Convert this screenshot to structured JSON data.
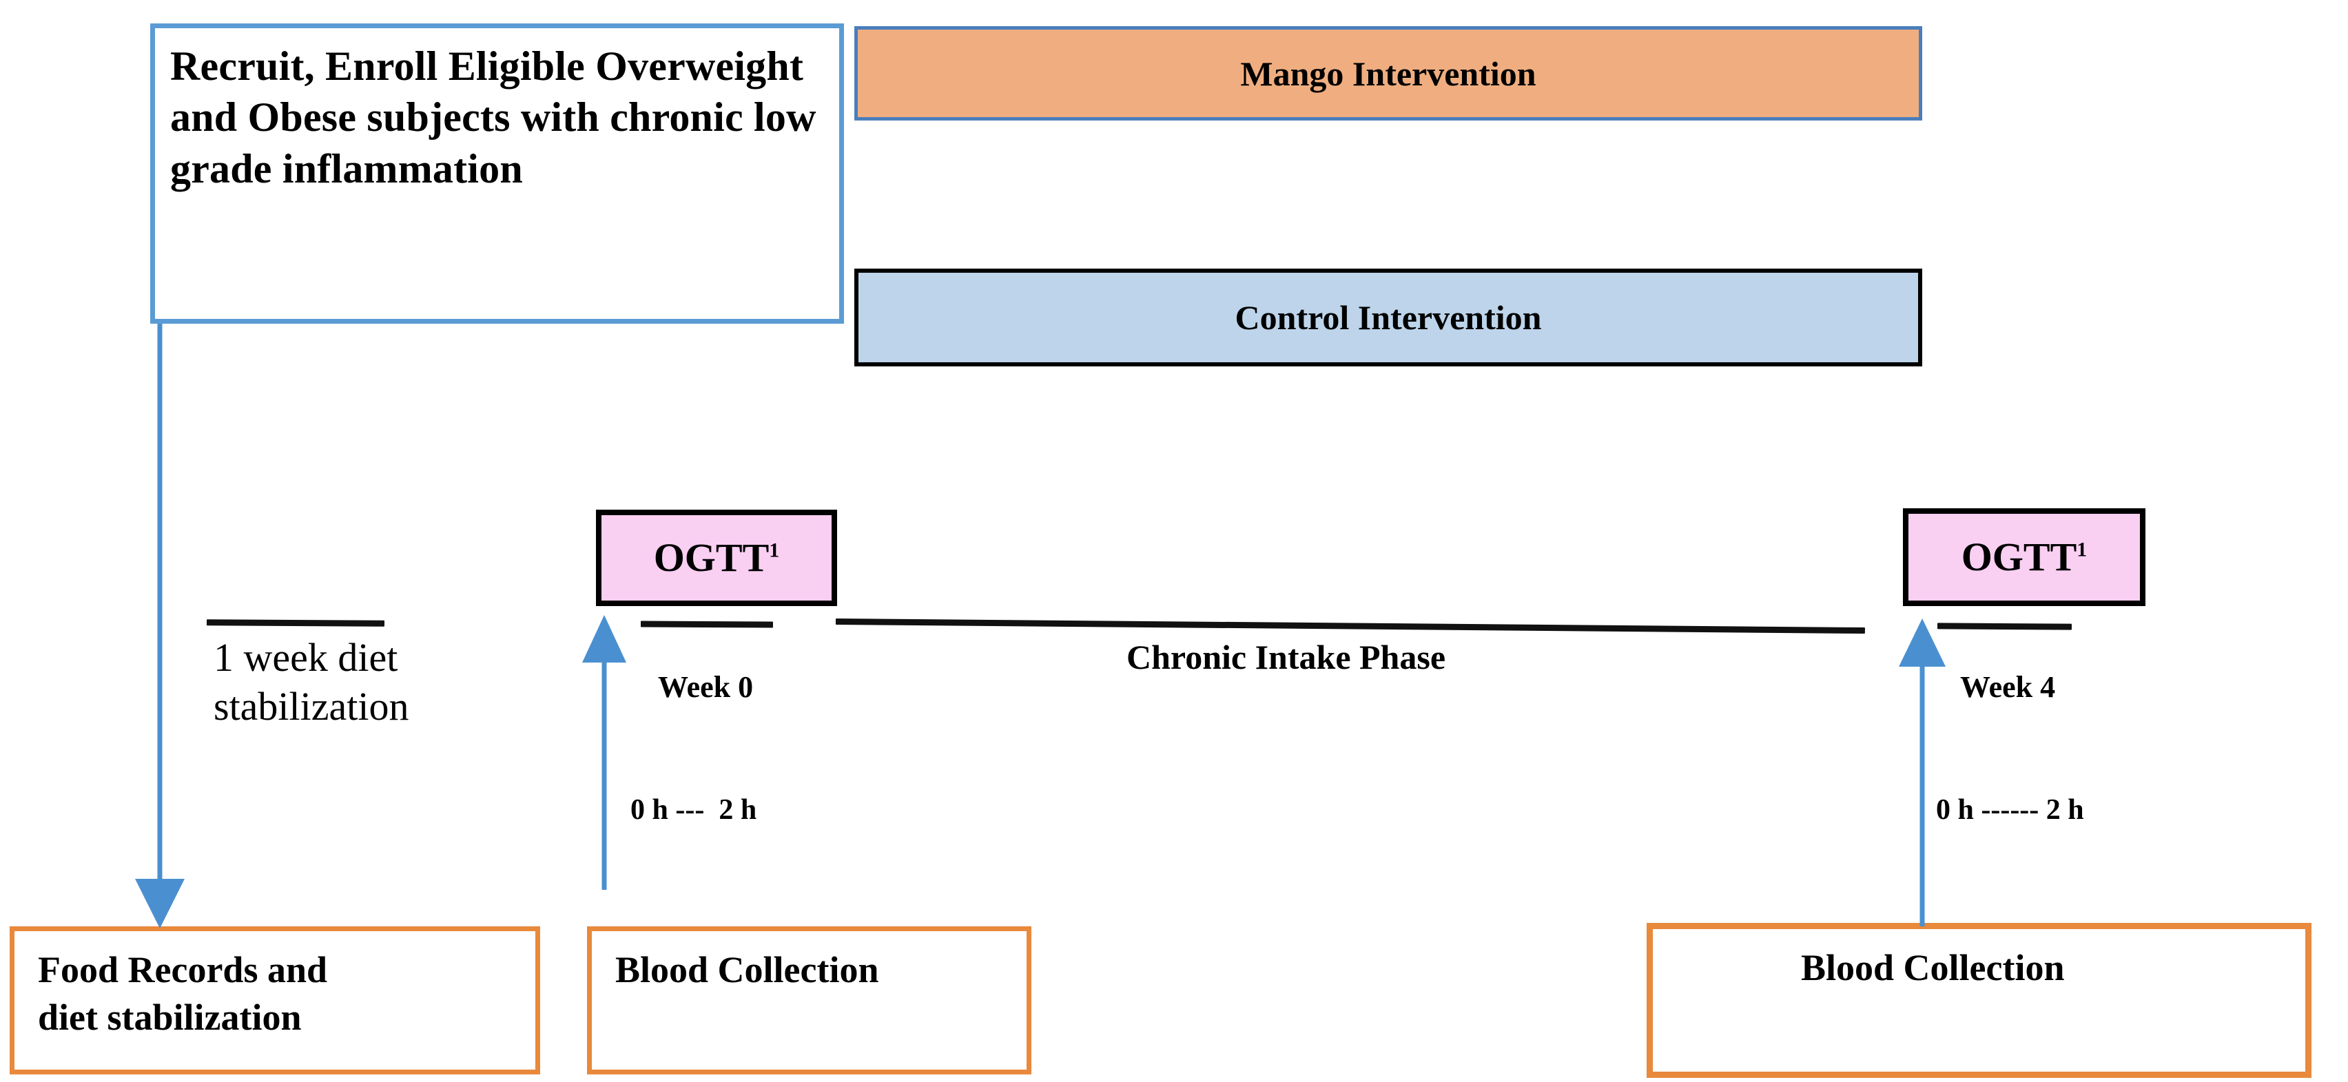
{
  "diagram": {
    "title": "Study design flow diagram",
    "colors": {
      "blue_border": "#5B9BD5",
      "mango_fill": "#F0AE80",
      "control_fill": "#BDD4EA",
      "ogtt_fill": "#F9CFF2",
      "orange_border": "#E8893C",
      "line_black": "#111111",
      "arrow_blue": "#4A90D0"
    }
  },
  "recruitment": {
    "text": "Recruit, Enroll Eligible Overweight and Obese subjects with chronic low grade inflammation"
  },
  "interventions": {
    "mango": {
      "label": "Mango Intervention"
    },
    "control": {
      "label": "Control Intervention"
    }
  },
  "tests": {
    "ogtt_left": {
      "label": "OGTT",
      "superscript": "1"
    },
    "ogtt_right": {
      "label": "OGTT",
      "superscript": "1"
    }
  },
  "timeline": {
    "diet_phase": "1 week diet\nstabilization",
    "chronic_phase": "Chronic Intake Phase",
    "week0": "Week 0",
    "week4": "Week 4",
    "hours_week0": "0 h ---  2 h",
    "hours_week4": "0 h ------ 2 h"
  },
  "bottom": {
    "food_records": "Food Records and\ndiet stabilization",
    "blood_left": "Blood Collection",
    "blood_right": "Blood Collection"
  }
}
